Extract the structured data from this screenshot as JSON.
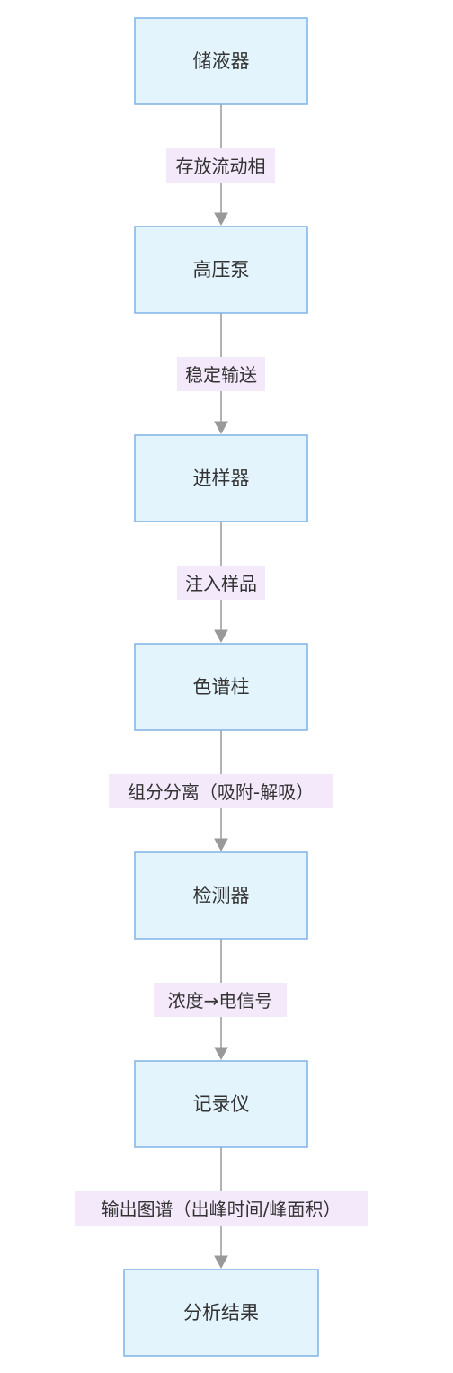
{
  "nodes": [
    {
      "id": "reservoir",
      "label": "储液器"
    },
    {
      "id": "pump",
      "label": "高压泵"
    },
    {
      "id": "injector",
      "label": "进样器"
    },
    {
      "id": "column",
      "label": "色谱柱"
    },
    {
      "id": "detector",
      "label": "检测器"
    },
    {
      "id": "recorder",
      "label": "记录仪"
    },
    {
      "id": "result",
      "label": "分析结果"
    }
  ],
  "edges": [
    {
      "from": "reservoir",
      "to": "pump",
      "label": "存放流动相"
    },
    {
      "from": "pump",
      "to": "injector",
      "label": "稳定输送"
    },
    {
      "from": "injector",
      "to": "column",
      "label": "注入样品"
    },
    {
      "from": "column",
      "to": "detector",
      "label": "组分分离（吸附-解吸）"
    },
    {
      "from": "detector",
      "to": "recorder",
      "label": "浓度→电信号"
    },
    {
      "from": "recorder",
      "to": "result",
      "label": "输出图谱（出峰时间/峰面积）"
    }
  ],
  "colors": {
    "node_fill": "#e3f4fc",
    "node_stroke": "#7fb3e6",
    "edge": "#999999",
    "label_bg": "#f4e9fb",
    "text": "#333333"
  }
}
